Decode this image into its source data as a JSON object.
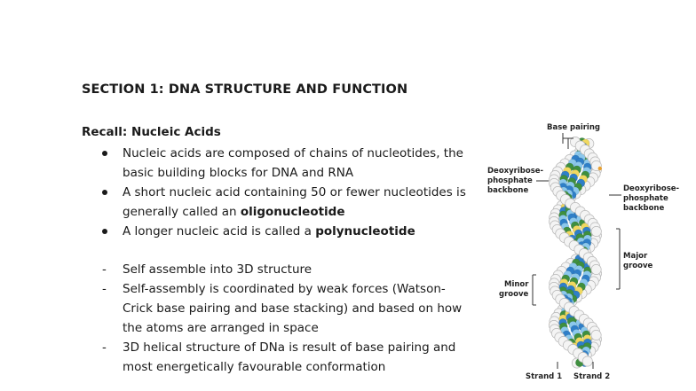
{
  "section_title": "SECTION 1: DNA STRUCTURE AND FUNCTION",
  "recall_heading": "Recall: Nucleic Acids",
  "bullets": [
    {
      "text": "Nucleic acids are composed of chains of nucleotides, the basic building blocks for DNA and RNA"
    },
    {
      "text_before": "A short nucleic acid containing 50 or fewer nucleotides is generally called an",
      "bold": "oligonucleotide"
    },
    {
      "text_before": "A longer nucleic acid is called a",
      "bold": "polynucleotide"
    }
  ],
  "dash_items": [
    "Self assemble into 3D structure",
    "Self-assembly is coordinated by weak forces (Watson-Crick base pairing and base stacking) and based on how the atoms are arranged in space",
    "3D helical structure of DNa is result of base pairing and most energetically favourable conformation"
  ],
  "figure": {
    "labels": {
      "base_pairing": "Base pairing",
      "backbone_left_1": "Deoxyribose-",
      "backbone_left_2": "phosphate",
      "backbone_left_3": "backbone",
      "backbone_right_1": "Deoxyribose-",
      "backbone_right_2": "phosphate",
      "backbone_right_3": "backbone",
      "major_1": "Major",
      "major_2": "groove",
      "minor_1": "Minor",
      "minor_2": "groove",
      "strand_1": "Strand 1",
      "strand_2": "Strand 2"
    },
    "colors": {
      "backbone": "#f4f4f4",
      "backbone_outline": "#b8b8b8",
      "base_blue": "#2f7fc8",
      "base_light_blue": "#8cc8ec",
      "base_green": "#3f8f3f",
      "base_yellow": "#f0d860"
    }
  }
}
